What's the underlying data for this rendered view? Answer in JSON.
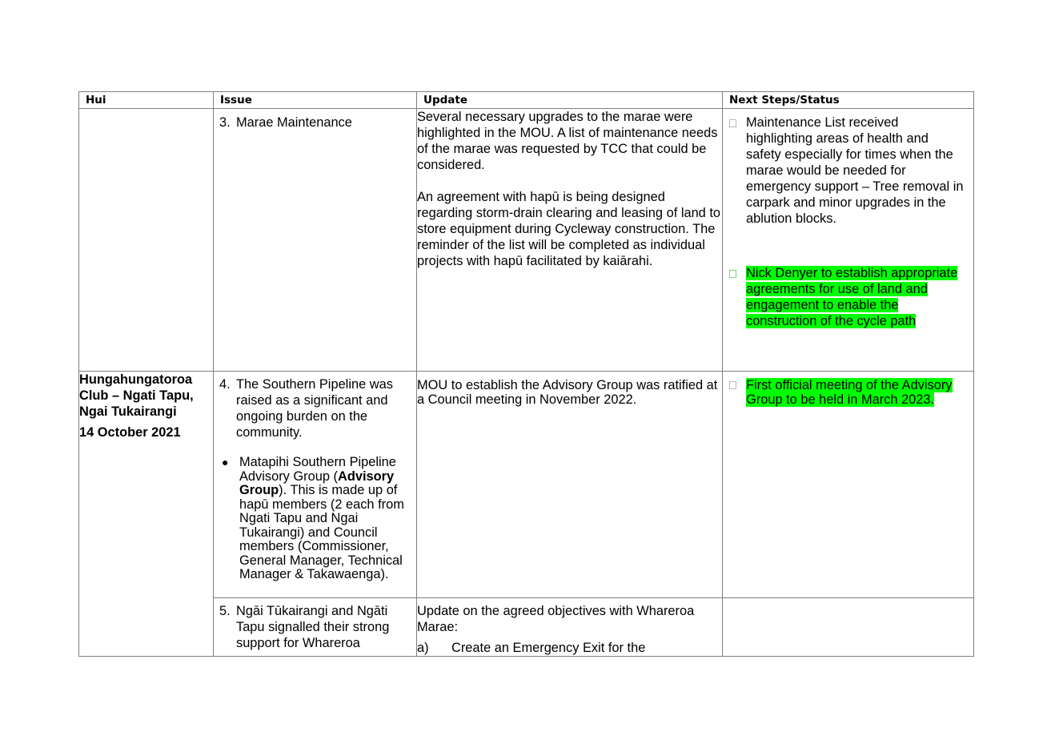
{
  "headers": {
    "hui": "Hui",
    "issue": "Issue",
    "update": "Update",
    "next_steps": "Next Steps/Status"
  },
  "row1": {
    "issue_number": "3.",
    "issue_text": "Marae Maintenance",
    "update_p1": "Several necessary upgrades to the marae were highlighted in the MOU. A list of maintenance needs of the marae was requested by TCC that could be considered.",
    "update_p2": "An agreement with hapū is being designed regarding storm-drain clearing and leasing of land to store equipment during Cycleway construction. The reminder of the list will be completed as individual projects with hapū facilitated by kaiārahi.",
    "status_1": "Maintenance List received highlighting areas of health and safety especially for times when the marae would be needed for emergency support – Tree removal in carpark and minor upgrades in the ablution blocks.",
    "status_2": "Nick Denyer to establish appropriate agreements for use of land and engagement to enable the construction of the cycle path"
  },
  "row2": {
    "hui_name": "Hungahungatoroa Club – Ngati Tapu, Ngai Tukairangi",
    "hui_date": "14 October 2021",
    "issue_number": "4.",
    "issue_text": "The Southern Pipeline was raised as a significant and ongoing burden on the community.",
    "bullet_pre": "Matapihi Southern Pipeline Advisory Group (",
    "bullet_bold": "Advisory Group",
    "bullet_post": ").  This is made up of hapū members (2 each from Ngati Tapu and Ngai Tukairangi) and Council members (Commissioner, General Manager, Technical Manager & Takawaenga).",
    "update_text": "MOU to establish the Advisory Group was ratified at a Council meeting in November 2022.",
    "status_1": "First official meeting of the Advisory Group to be held in March 2023."
  },
  "row3": {
    "issue_number": "5.",
    "issue_text": "Ngāi Tūkairangi and Ngāti Tapu signalled their strong support for Whareroa",
    "update_intro": "Update on the agreed objectives with Whareroa Marae:",
    "item_a_label": "a)",
    "item_a_text": "Create an Emergency Exit for the"
  },
  "colors": {
    "highlight": "#00ff00",
    "border": "#7f7f7f"
  }
}
